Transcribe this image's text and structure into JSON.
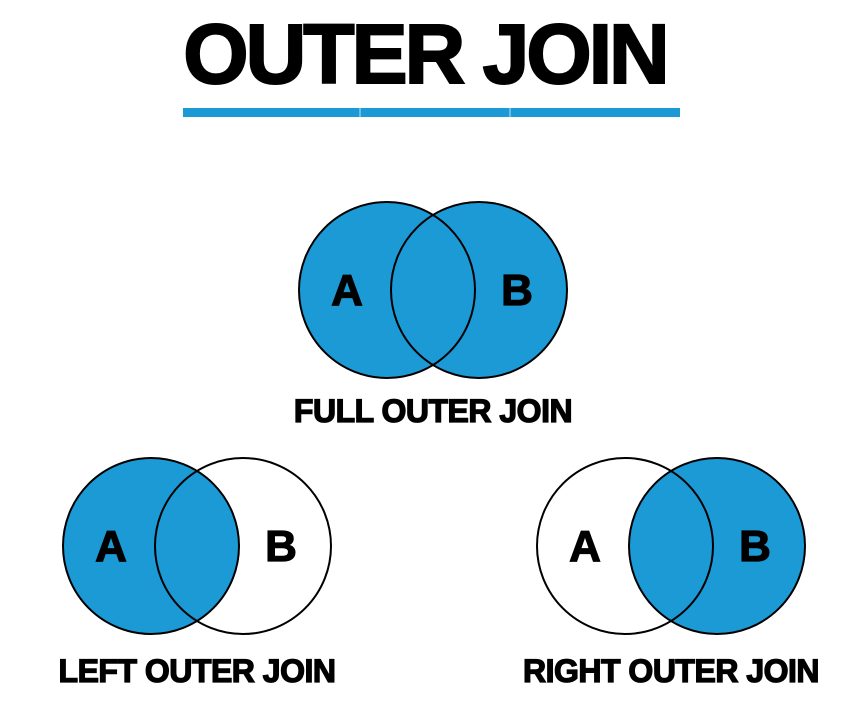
{
  "title": {
    "text": "OUTER JOIN",
    "underline_color": "#1b9ad6"
  },
  "colors": {
    "venn_fill": "#1b9ad6",
    "venn_empty": "#ffffff",
    "outline": "#000000",
    "text": "#000000",
    "background": "#ffffff"
  },
  "diagrams": [
    {
      "name": "full-outer-join",
      "caption": "FULL OUTER JOIN",
      "left_label": "A",
      "right_label": "B",
      "left_filled": true,
      "right_filled": true,
      "overlap_filled": true
    },
    {
      "name": "left-outer-join",
      "caption": "LEFT OUTER JOIN",
      "left_label": "A",
      "right_label": "B",
      "left_filled": true,
      "right_filled": false,
      "overlap_filled": true
    },
    {
      "name": "right-outer-join",
      "caption": "RIGHT OUTER JOIN",
      "left_label": "A",
      "right_label": "B",
      "left_filled": false,
      "right_filled": true,
      "overlap_filled": true
    }
  ]
}
